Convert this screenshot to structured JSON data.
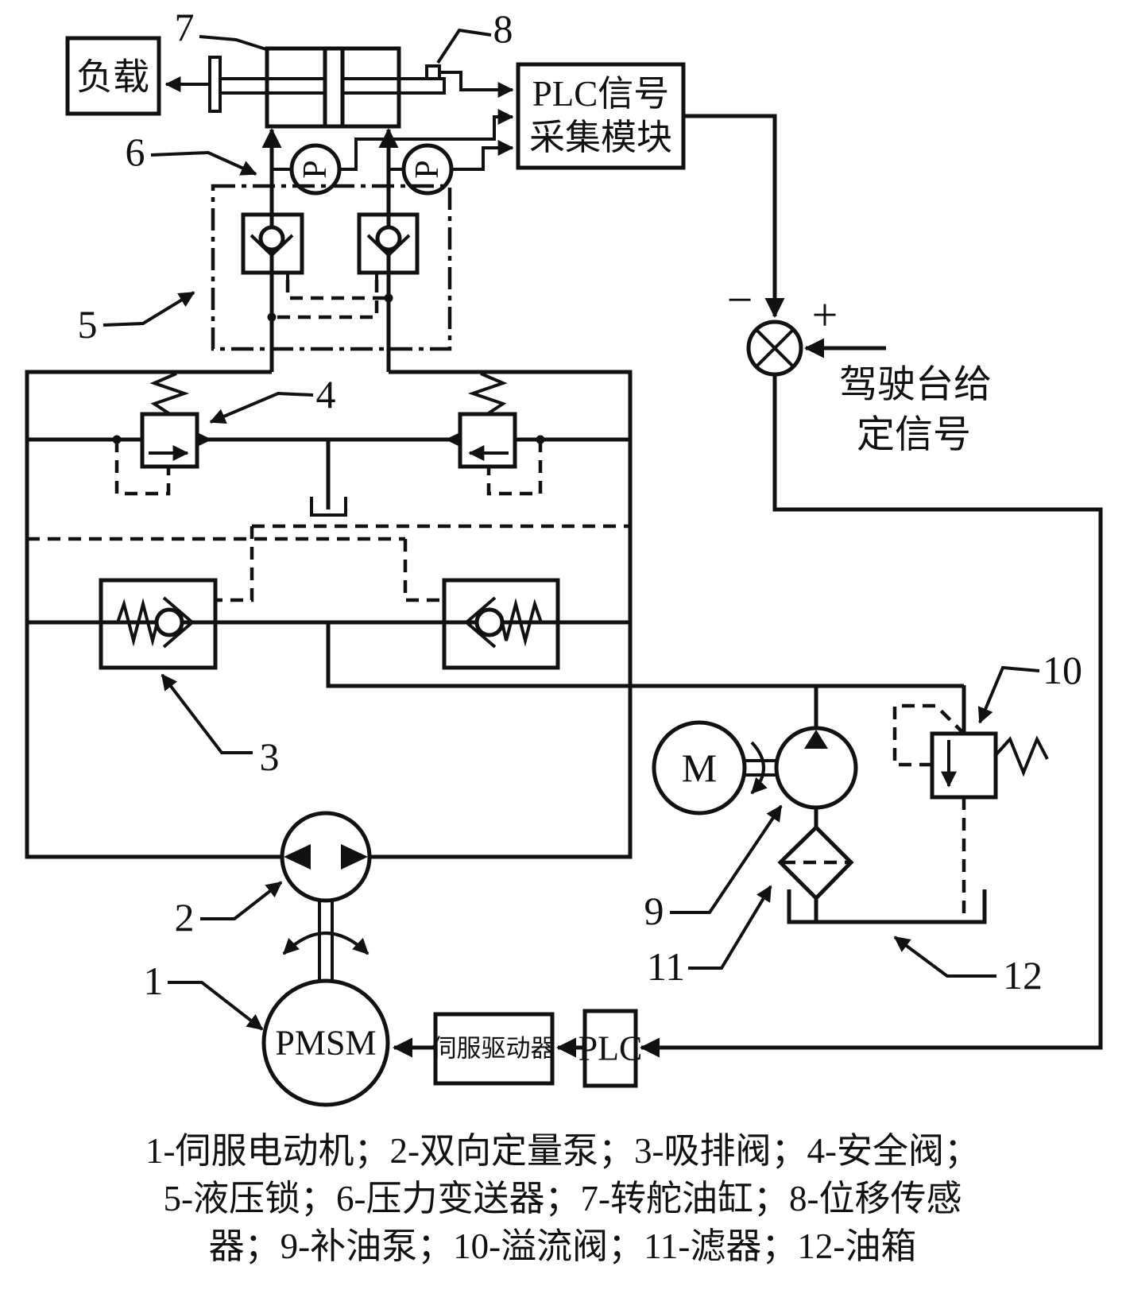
{
  "labels": {
    "load": "负载",
    "plc_module_l1": "PLC信号",
    "plc_module_l2": "采集模块",
    "pressure": "P",
    "minus": "−",
    "plus": "+",
    "console_l1": "驾驶台给",
    "console_l2": "定信号",
    "motor": "M",
    "pmsm": "PMSM",
    "servo_driver": "伺服驱动器",
    "plc": "PLC"
  },
  "callouts": {
    "1": "1",
    "2": "2",
    "3": "3",
    "4": "4",
    "5": "5",
    "6": "6",
    "7": "7",
    "8": "8",
    "9": "9",
    "10": "10",
    "11": "11",
    "12": "12"
  },
  "caption": {
    "line1": "1-伺服电动机；2-双向定量泵；3-吸排阀；4-安全阀；",
    "line2": "5-液压锁；6-压力变送器；7-转舵油缸；8-位移传感",
    "line3": "器；9-补油泵；10-溢流阀；11-滤器；12-油箱"
  },
  "colors": {
    "ink": "#111111",
    "background": "#ffffff"
  }
}
